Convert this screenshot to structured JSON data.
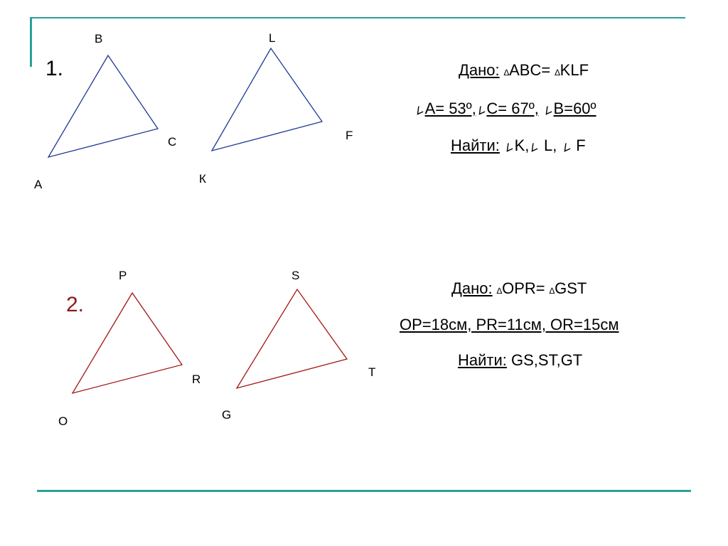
{
  "slide": {
    "problem1": {
      "number": "1.",
      "vertices": {
        "B": "B",
        "C": "C",
        "A": "A",
        "L": "L",
        "F": "F",
        "K": "К"
      },
      "given_label": "Дано:",
      "given_rest": "ABC= ",
      "given_tri2": "KLF",
      "angle_a": "A= 53º,",
      "angle_c": "C= 67º,",
      "angle_b": "B=60º",
      "find_label": "Найти:",
      "find_k": "K,",
      "find_l": " L,",
      "find_f": " F"
    },
    "problem2": {
      "number": "2.",
      "vertices": {
        "P": "P",
        "R": "R",
        "O": "O",
        "S": "S",
        "T": "T",
        "G": "G"
      },
      "given_label": "Дано:",
      "given_tri1": "OPR= ",
      "given_tri2": "GST",
      "sides": "OP=18см, PR=11см, OR=15см",
      "find_label": "Найти:",
      "find_rest": " GS,ST,GT"
    },
    "colors": {
      "accent_line": "#2aa198",
      "triangle1": "#1f3a93",
      "triangle2": "#a31515"
    }
  }
}
